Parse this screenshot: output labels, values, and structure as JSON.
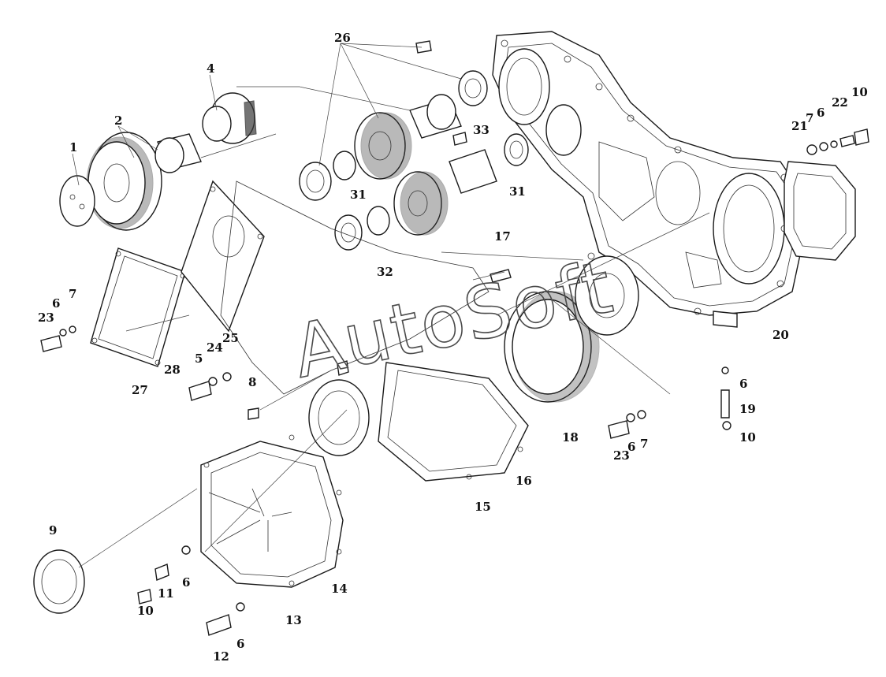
{
  "watermark": "AutoSoft",
  "callouts": [
    {
      "id": "c1",
      "text": "1"
    },
    {
      "id": "c2",
      "text": "2"
    },
    {
      "id": "c4",
      "text": "4"
    },
    {
      "id": "c26",
      "text": "26"
    },
    {
      "id": "c33",
      "text": "33"
    },
    {
      "id": "c31a",
      "text": "31"
    },
    {
      "id": "c31b",
      "text": "31"
    },
    {
      "id": "c32",
      "text": "32"
    },
    {
      "id": "c17",
      "text": "17"
    },
    {
      "id": "c21",
      "text": "21"
    },
    {
      "id": "c7a",
      "text": "7"
    },
    {
      "id": "c6a",
      "text": "6"
    },
    {
      "id": "c22",
      "text": "22"
    },
    {
      "id": "c10a",
      "text": "10"
    },
    {
      "id": "c20",
      "text": "20"
    },
    {
      "id": "c23a",
      "text": "23"
    },
    {
      "id": "c6b",
      "text": "6"
    },
    {
      "id": "c7b",
      "text": "7"
    },
    {
      "id": "c27",
      "text": "27"
    },
    {
      "id": "c28",
      "text": "28"
    },
    {
      "id": "c5",
      "text": "5"
    },
    {
      "id": "c24",
      "text": "24"
    },
    {
      "id": "c25",
      "text": "25"
    },
    {
      "id": "c8",
      "text": "8"
    },
    {
      "id": "c18",
      "text": "18"
    },
    {
      "id": "c23b",
      "text": "23"
    },
    {
      "id": "c6c",
      "text": "6"
    },
    {
      "id": "c7c",
      "text": "7"
    },
    {
      "id": "c6d",
      "text": "6"
    },
    {
      "id": "c19",
      "text": "19"
    },
    {
      "id": "c10b",
      "text": "10"
    },
    {
      "id": "c16",
      "text": "16"
    },
    {
      "id": "c15",
      "text": "15"
    },
    {
      "id": "c9",
      "text": "9"
    },
    {
      "id": "c14",
      "text": "14"
    },
    {
      "id": "c13",
      "text": "13"
    },
    {
      "id": "c10c",
      "text": "10"
    },
    {
      "id": "c11",
      "text": "11"
    },
    {
      "id": "c6e",
      "text": "6"
    },
    {
      "id": "c12",
      "text": "12"
    },
    {
      "id": "c6f",
      "text": "6"
    }
  ]
}
